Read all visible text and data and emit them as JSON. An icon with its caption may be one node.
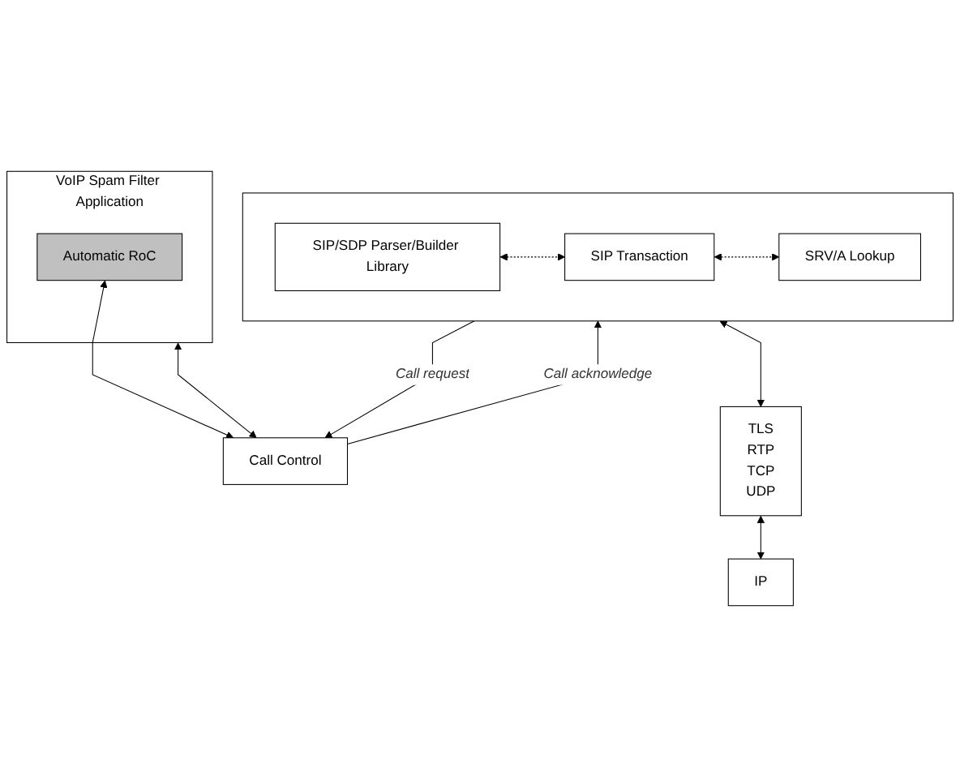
{
  "diagram": {
    "nodes": [
      {
        "text": [
          "VoIP Spam Filter Application"
        ]
      },
      {
        "text": [
          "Automatic RoC"
        ],
        "in": 0
      },
      {
        "text": [
          "Call Control"
        ]
      },
      {
        "text": [],
        "shape": "box"
      },
      {
        "text": [
          "SIP/SDP Parser/Builder Library"
        ],
        "in": 3
      },
      {
        "text": [
          "SIP Transaction"
        ],
        "in": 3
      },
      {
        "text": [
          "SRV/A Lookup"
        ],
        "in": 3
      },
      {
        "text": [
          "TLS",
          "RTP",
          "TCP",
          "UDP"
        ]
      },
      {
        "text": [
          "IP"
        ]
      }
    ],
    "edges": [
      {
        "from": 0,
        "to": 2,
        "arrow": "both"
      },
      {
        "from": 1,
        "to": 2,
        "arrow": "both"
      },
      {
        "from": 2,
        "to": 3,
        "arrow": "to",
        "label": "Call acknowledge"
      },
      {
        "from": 3,
        "to": 2,
        "arrow": "to",
        "label": "Call request"
      },
      {
        "from": 4,
        "to": 5,
        "arrow": "both",
        "style": "dashed"
      },
      {
        "from": 5,
        "to": 6,
        "arrow": "both",
        "style": "dashed"
      },
      {
        "from": 3,
        "to": 7,
        "arrow": "both"
      },
      {
        "from": 7,
        "to": 8,
        "arrow": "both"
      }
    ]
  }
}
